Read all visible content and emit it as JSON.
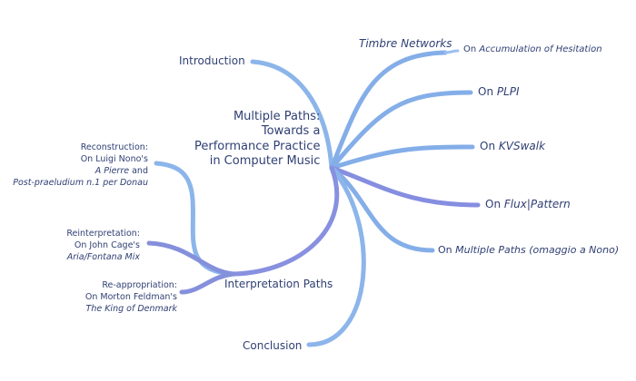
{
  "central": {
    "lines": [
      "Multiple Paths:",
      "Towards a",
      "Performance Practice",
      "in Computer Music"
    ]
  },
  "right_branches": {
    "introduction": "Introduction",
    "timbre_networks": "Timbre Networks",
    "accumulation": {
      "prefix": "On ",
      "title": "Accumulation of Hesitation"
    },
    "plpi": {
      "prefix": "On ",
      "title": "PLPI"
    },
    "kvswalk": {
      "prefix": "On ",
      "title": "KVSwalk"
    },
    "flux": {
      "prefix": "On ",
      "title": "Flux|Pattern"
    },
    "multiple_paths": {
      "prefix": "On ",
      "title": "Multiple Paths (omaggio a Nono)"
    },
    "conclusion": "Conclusion"
  },
  "interpretation": {
    "label": "Interpretation Paths",
    "reconstruction": {
      "line1": "Reconstruction:",
      "line2": "On Luigi Nono's",
      "line3_title": "A Pierre",
      "line3_suffix": " and",
      "line4_title": "Post-praeludium n.1 per Donau"
    },
    "reinterpretation": {
      "line1": "Reinterpretation:",
      "line2": "On John Cage's",
      "line3_title": "Aria/Fontana Mix"
    },
    "reappropriation": {
      "line1": "Re-appropriation:",
      "line2": "On Morton Feldman's",
      "line3_title": "The King of Denmark"
    }
  },
  "colors": {
    "text": "#2f3f73",
    "branch_light": "#8fb6ea",
    "branch_mid": "#7ba5e4",
    "branch_purple": "#8a8ee0"
  }
}
